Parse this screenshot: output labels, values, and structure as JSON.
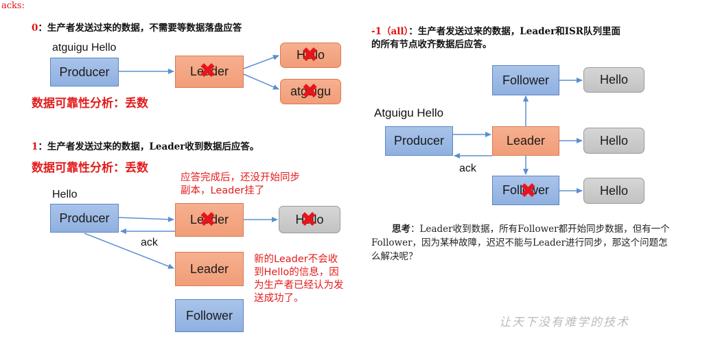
{
  "title": "acks:",
  "left": {
    "s0": {
      "heading_num": "0",
      "heading_text": "：生产者发送过来的数据，不需要等数据落盘应答",
      "msg_label": "atguigu  Hello",
      "producer": "Producer",
      "leader": "Leader",
      "hello": "Hello",
      "atguigu": "atguigu",
      "analysis": "数据可靠性分析：丢数"
    },
    "s1": {
      "heading_num": "1",
      "heading_text": "：生产者发送过来的数据，Leader收到数据后应答。",
      "analysis": "数据可靠性分析：丢数",
      "note1": "应答完成后，还没开始同步副本，Leader挂了",
      "msg_label": "Hello",
      "producer": "Producer",
      "leader_failed": "Leader",
      "hello": "Hello",
      "ack": "ack",
      "new_leader": "Leader",
      "follower": "Follower",
      "note2": "新的Leader不会收到Hello的信息，因为生产者已经认为发送成功了。"
    }
  },
  "right": {
    "heading_num": "-1（all）",
    "heading_text_line1": "：生产者发送过来的数据，Leader和ISR队列里面",
    "heading_text_line2": "的所有节点收齐数据后应答。",
    "msg_label": "Atguigu Hello",
    "producer": "Producer",
    "leader": "Leader",
    "follower_top": "Follower",
    "follower_bottom": "Follower",
    "hello_top": "Hello",
    "hello_mid": "Hello",
    "hello_bottom": "Hello",
    "ack": "ack",
    "think_label": "思考",
    "think_text": "：Leader收到数据，所有Follower都开始同步数据，但有一个Follower，因为某种故障，迟迟不能与Leader进行同步，那这个问题怎么解决呢？"
  },
  "watermark": "让天下没有难学的技术",
  "colors": {
    "red": "#e31b1b",
    "arrow": "#5b8fd0",
    "blue_box": "#9ab8e5",
    "orange_box": "#f4a684",
    "gray_box": "#cccccc"
  }
}
